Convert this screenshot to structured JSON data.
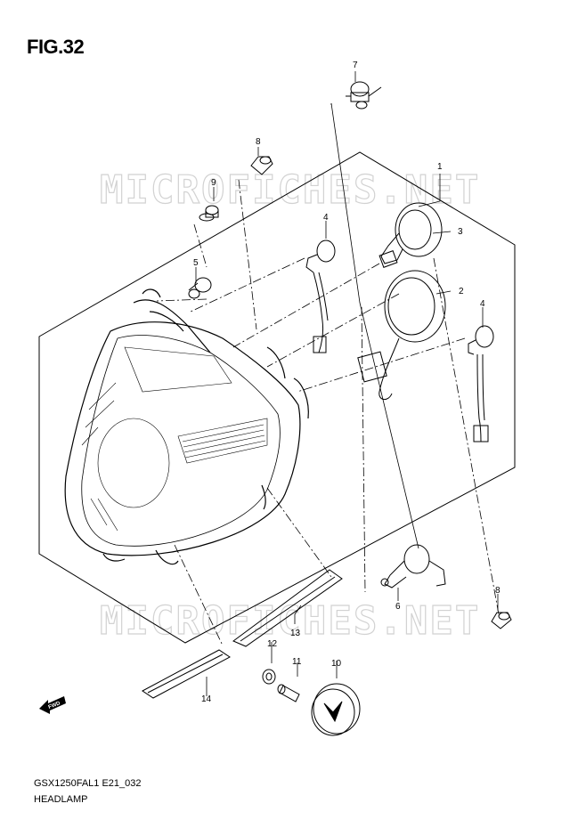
{
  "figure": {
    "title": "FIG.32",
    "code": "GSX1250FAL1 E21_032",
    "name": "HEADLAMP"
  },
  "watermark": "MICROFICHES.NET",
  "fwd_label": "FWD",
  "callouts": {
    "p1": "1",
    "p2": "2",
    "p3": "3",
    "p4a": "4",
    "p4b": "4",
    "p5": "5",
    "p6": "6",
    "p7": "7",
    "p8a": "8",
    "p8b": "8",
    "p9": "9",
    "p10": "10",
    "p11": "11",
    "p12": "12",
    "p13": "13",
    "p14": "14"
  }
}
